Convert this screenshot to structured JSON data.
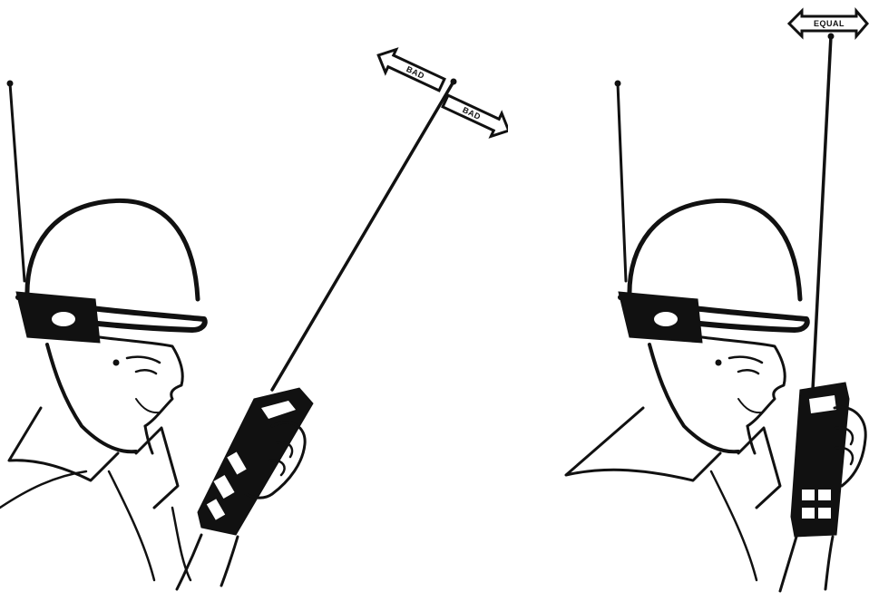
{
  "figures": [
    {
      "id": "left",
      "arrows": [
        {
          "label": "BAD"
        },
        {
          "label": "BAD"
        }
      ]
    },
    {
      "id": "right",
      "arrows": [
        {
          "label": "EQUAL"
        }
      ]
    }
  ],
  "colors": {
    "ink": "#111111",
    "paper": "#ffffff"
  }
}
